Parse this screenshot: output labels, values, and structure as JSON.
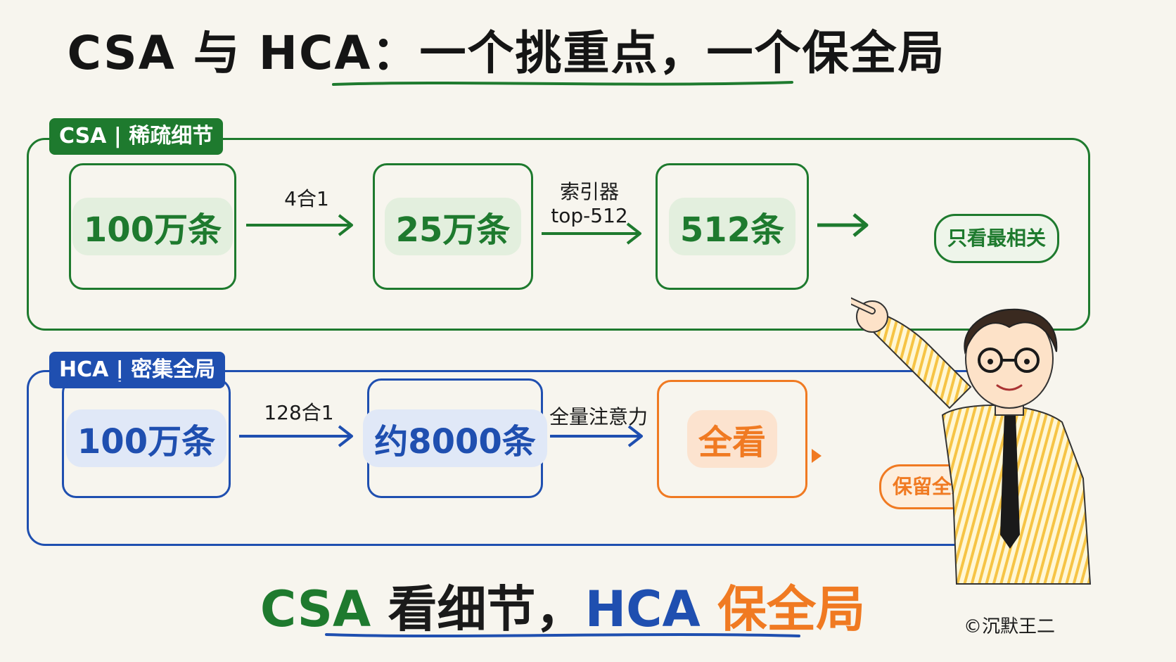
{
  "title": "CSA 与 HCA：一个挑重点，一个保全局",
  "csa": {
    "tag": "CSA | 稀疏细节",
    "box1": "100万条",
    "arrow1": "4合1",
    "box2": "25万条",
    "arrow2_line1": "索引器",
    "arrow2_line2": "top-512",
    "box3": "512条",
    "result": "只看最相关"
  },
  "hca": {
    "tag": "HCA | 密集全局",
    "box1": "100万条",
    "arrow1": "128合1",
    "box2": "约8000条",
    "arrow2": "全量注意力",
    "box3": "全看",
    "result": "保留全局骨架"
  },
  "bottom": {
    "csa": "CSA",
    "csa_text": " 看细节，",
    "hca": "HCA",
    "hca_text": " 保全局"
  },
  "copyright": "©沉默王二",
  "colors": {
    "csa": "#1e7a2e",
    "hca": "#1f4fb0",
    "highlight": "#f07a22"
  }
}
